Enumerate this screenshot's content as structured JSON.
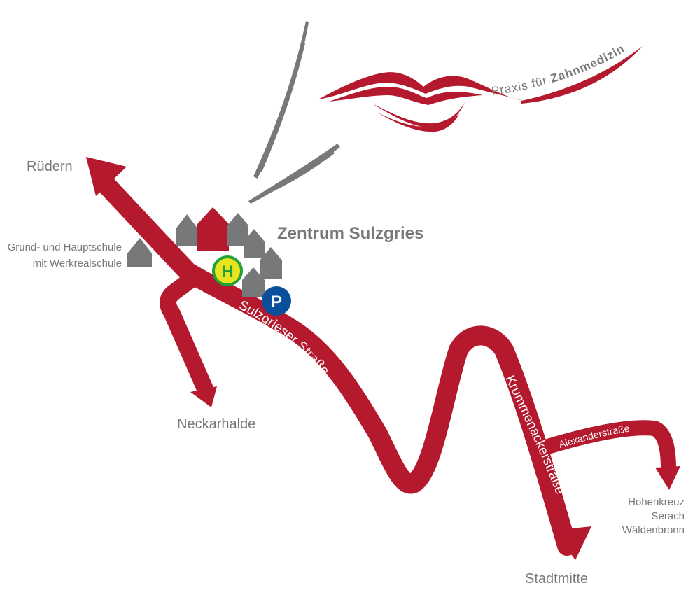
{
  "places": {
    "ruedern": "Rüdern",
    "school_line1": "Grund- und Hauptschule",
    "school_line2": "mit Werkrealschule",
    "neckarhalde": "Neckarhalde",
    "center": "Zentrum Sulzgries",
    "stadtmitte": "Stadtmitte",
    "dest_line1": "Hohenkreuz",
    "dest_line2": "Serach",
    "dest_line3": "Wäldenbronn"
  },
  "streets": {
    "sulzgrieser": "Sulzgrieser Straße",
    "krummenacker": "Krummenackerstraße",
    "alexander": "Alexanderstraße"
  },
  "signs": {
    "bus_stop": "H",
    "parking": "P"
  },
  "logo": {
    "tagline_part1": "Praxis für ",
    "tagline_part2": "Zahnmedizin"
  },
  "colors": {
    "road": "#b5192e",
    "house": "#77787a",
    "highlight_house": "#b5192e",
    "bus_ring": "#1fa23a",
    "bus_fill": "#e9e41f",
    "parking": "#0a4f9c"
  }
}
